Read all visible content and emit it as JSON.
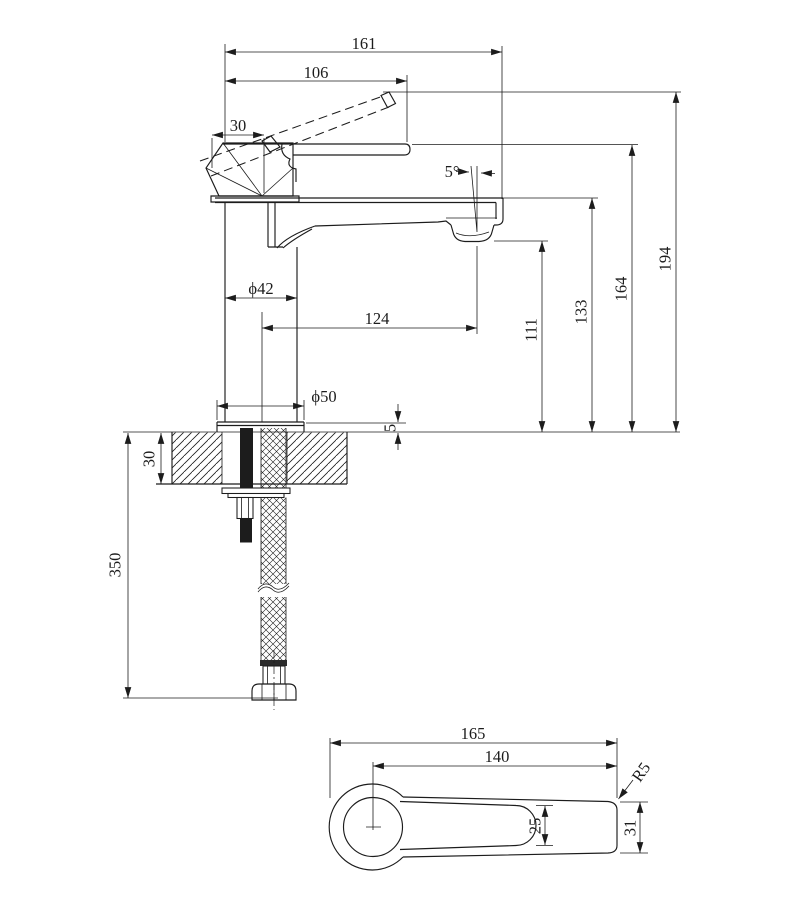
{
  "side_view": {
    "overall_width": "161",
    "handle_reach": "106",
    "handle_head_width": "30",
    "handle_angle": "5°",
    "overall_height": "194",
    "handle_height": "164",
    "spout_deck_height": "133",
    "outlet_height": "111",
    "body_diameter": "ϕ42",
    "outlet_reach": "124",
    "base_diameter": "ϕ50",
    "base_plate_thickness": "5",
    "counter_thickness": "30",
    "hose_length": "350"
  },
  "top_view": {
    "handle_overall_length": "165",
    "lever_length": "140",
    "corner_radius": "R5",
    "slot_width": "25",
    "handle_end_width": "31"
  },
  "colors": {
    "line": "#1c1c1c",
    "background": "#ffffff"
  }
}
